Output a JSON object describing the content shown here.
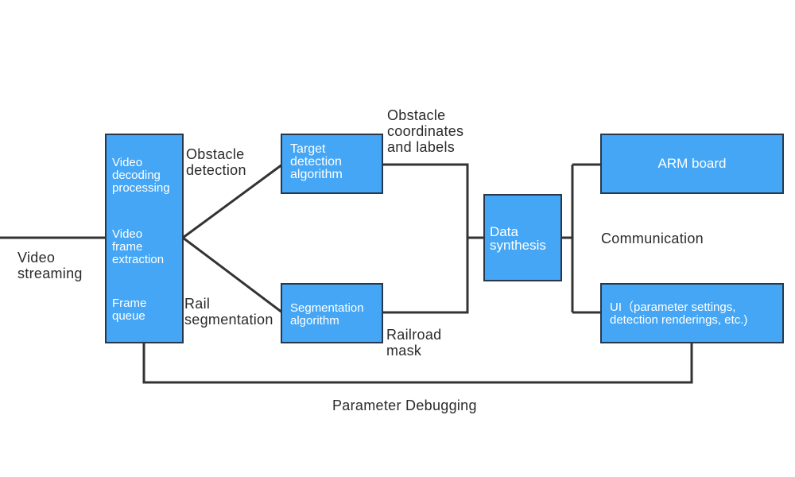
{
  "boxes": {
    "video_processing": {
      "decoding": "Video\ndecoding\nprocessing",
      "frame_extraction": "Video\nframe\nextraction",
      "frame_queue": "Frame\nqueue"
    },
    "target_detection": "Target\ndetection\nalgorithm",
    "segmentation": "Segmentation\nalgorithm",
    "data_synthesis": "Data\nsynthesis",
    "arm_board": "ARM board",
    "ui": "UI（parameter settings,\ndetection renderings, etc.)"
  },
  "labels": {
    "video_streaming": "Video\nstreaming",
    "obstacle_detection": "Obstacle\ndetection",
    "rail_segmentation": "Rail\nsegmentation",
    "obstacle_coordinates": "Obstacle\ncoordinates\nand labels",
    "railroad_mask": "Railroad\nmask",
    "communication": "Communication",
    "parameter_debugging": "Parameter Debugging"
  },
  "colors": {
    "box_fill": "#45a6f5",
    "box_border": "#27384c",
    "line": "#333333"
  }
}
